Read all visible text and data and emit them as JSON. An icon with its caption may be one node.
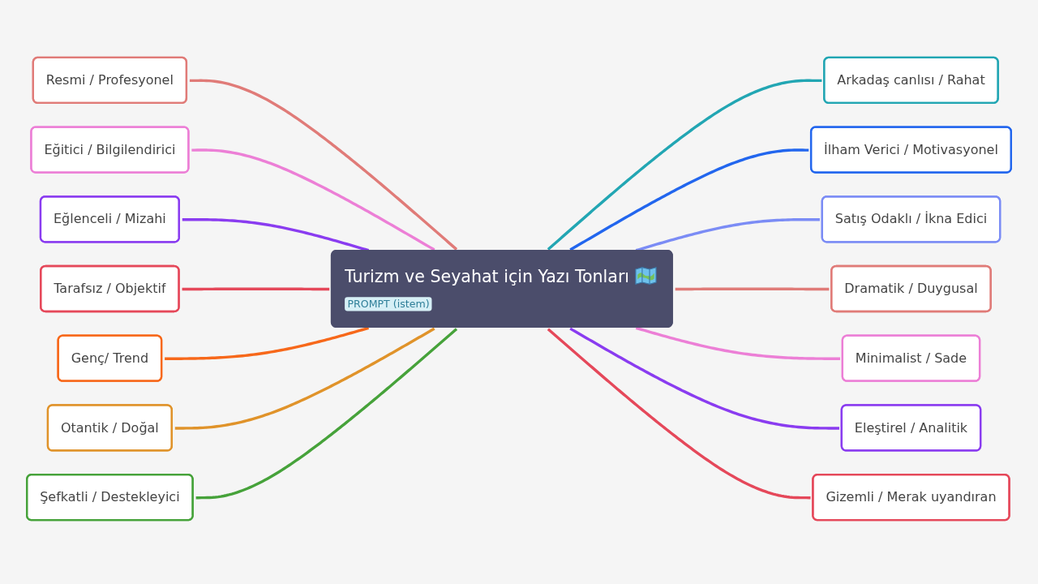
{
  "diagram": {
    "nodes": [
      {
        "text": [
          "Turizm ve Seyahat için Yazı Tonları",
          "PROMPT (istem)"
        ]
      },
      {
        "text": [
          "Resmi / Profesyonel"
        ]
      },
      {
        "text": [
          "Eğitici / Bilgilendirici"
        ]
      },
      {
        "text": [
          "Eğlenceli / Mizahi"
        ]
      },
      {
        "text": [
          "Tarafsız / Objektif"
        ]
      },
      {
        "text": [
          "Genç/ Trend"
        ]
      },
      {
        "text": [
          "Otantik / Doğal"
        ]
      },
      {
        "text": [
          "Şefkatli / Destekleyici"
        ]
      },
      {
        "text": [
          "Arkadaş canlısı / Rahat"
        ]
      },
      {
        "text": [
          "İlham Verici / Motivasyonel"
        ]
      },
      {
        "text": [
          "Satış Odaklı / İkna Edici"
        ]
      },
      {
        "text": [
          "Dramatik / Duygusal"
        ]
      },
      {
        "text": [
          "Minimalist / Sade"
        ]
      },
      {
        "text": [
          "Eleştirel / Analitik"
        ]
      },
      {
        "text": [
          "Gizemli / Merak uyandıran"
        ]
      }
    ],
    "edges": [
      {
        "from": 0,
        "to": 1,
        "arrow": "none",
        "color": "#e07b78"
      },
      {
        "from": 0,
        "to": 2,
        "arrow": "none",
        "color": "#ec7fd6"
      },
      {
        "from": 0,
        "to": 3,
        "arrow": "none",
        "color": "#8a3cf0"
      },
      {
        "from": 0,
        "to": 4,
        "arrow": "none",
        "color": "#e5485a"
      },
      {
        "from": 0,
        "to": 5,
        "arrow": "none",
        "color": "#f7681a"
      },
      {
        "from": 0,
        "to": 6,
        "arrow": "none",
        "color": "#e0932a"
      },
      {
        "from": 0,
        "to": 7,
        "arrow": "none",
        "color": "#46a23a"
      },
      {
        "from": 0,
        "to": 8,
        "arrow": "none",
        "color": "#22a6b3"
      },
      {
        "from": 0,
        "to": 9,
        "arrow": "none",
        "color": "#2266ee"
      },
      {
        "from": 0,
        "to": 10,
        "arrow": "none",
        "color": "#7b8cf5"
      },
      {
        "from": 0,
        "to": 11,
        "arrow": "none",
        "color": "#e07b78"
      },
      {
        "from": 0,
        "to": 12,
        "arrow": "none",
        "color": "#ec7fd6"
      },
      {
        "from": 0,
        "to": 13,
        "arrow": "none",
        "color": "#8a3cf0"
      },
      {
        "from": 0,
        "to": 14,
        "arrow": "none",
        "color": "#e5485a"
      }
    ]
  }
}
